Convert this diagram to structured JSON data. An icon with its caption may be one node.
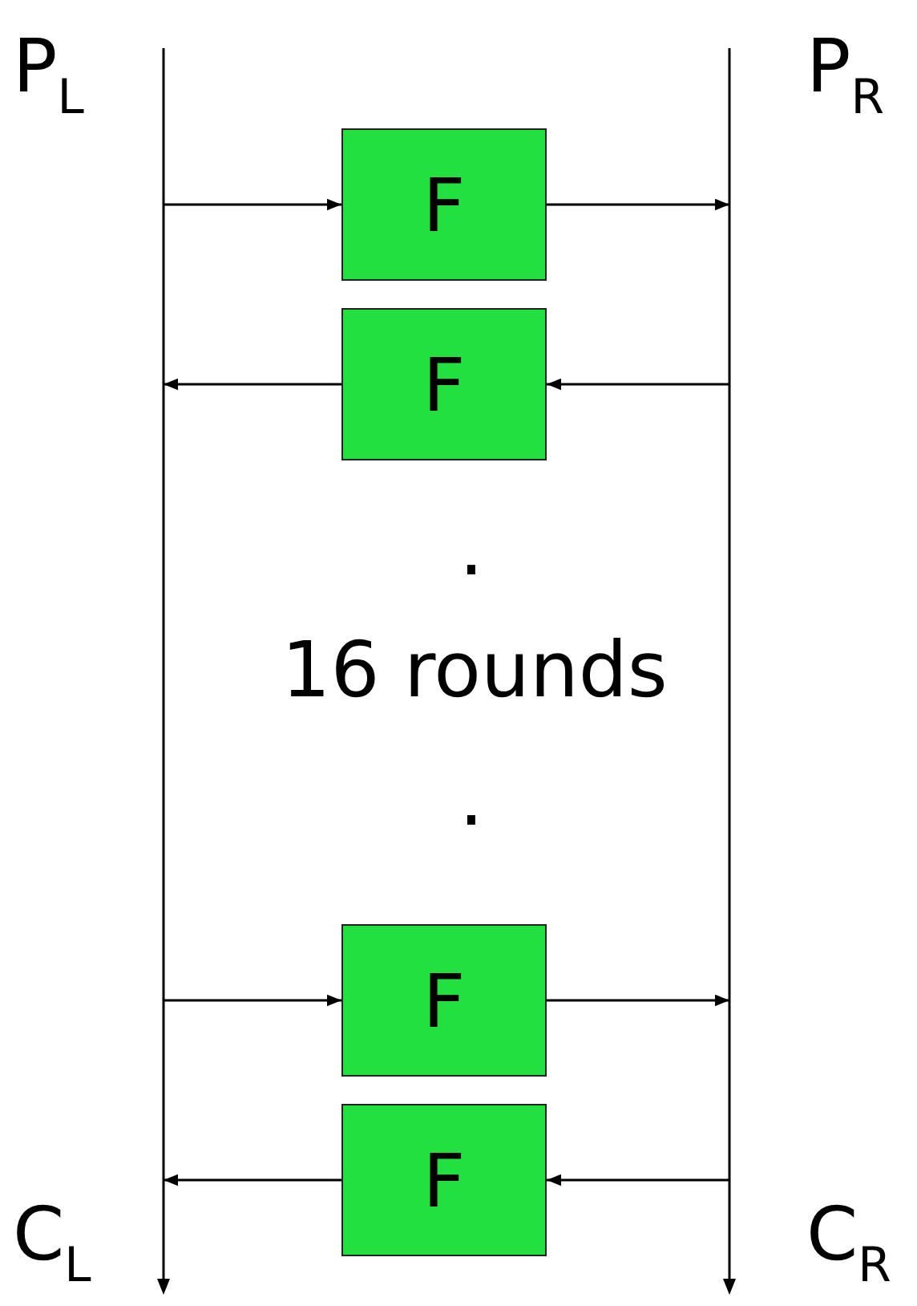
{
  "diagram": {
    "nodes": [
      {
        "text": [],
        "shape": "bar",
        "beside": [
          "P$_{L}$",
          "C$_{L}$"
        ]
      },
      {
        "text": [],
        "shape": "bar",
        "beside": [
          "P$_{R}$",
          "C$_{R}$"
        ]
      },
      {
        "text": [
          "F"
        ]
      },
      {
        "text": [
          "F"
        ]
      },
      {
        "text": [
          "F"
        ]
      },
      {
        "text": [
          "F"
        ]
      }
    ],
    "edges": [
      {
        "from": 0,
        "to": 2,
        "arrow": "to"
      },
      {
        "from": 2,
        "to": 1,
        "arrow": "to"
      },
      {
        "from": 1,
        "to": 3,
        "arrow": "to"
      },
      {
        "from": 3,
        "to": 0,
        "arrow": "to"
      },
      {
        "from": 0,
        "to": 4,
        "arrow": "to"
      },
      {
        "from": 4,
        "to": 1,
        "arrow": "to"
      },
      {
        "from": 1,
        "to": 5,
        "arrow": "to"
      },
      {
        "from": 5,
        "to": 0,
        "arrow": "to"
      }
    ],
    "labels": [
      ".",
      "16 rounds",
      "."
    ]
  }
}
